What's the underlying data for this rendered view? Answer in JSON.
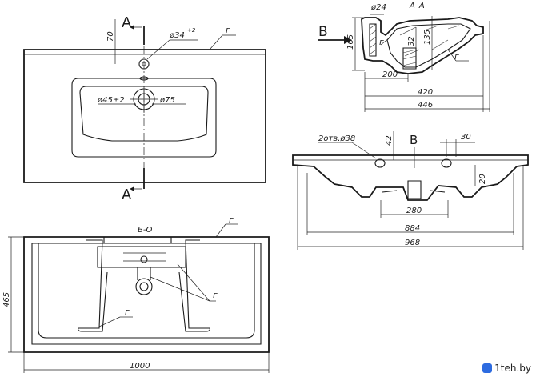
{
  "top_view": {
    "section_letter_top": "A",
    "section_letter_bottom": "A",
    "dim_70": "70",
    "dim_hole": "ø34",
    "dim_hole_tol": "+2",
    "dim_45": "ø45±2",
    "dim_75": "ø75",
    "callout_g": "г"
  },
  "section_view": {
    "view_letter": "B",
    "title": "A–A",
    "dim_24": "ø24",
    "dim_165": "165",
    "dim_32": "32",
    "dim_135": "135",
    "dim_200": "200",
    "dim_420": "420",
    "dim_446": "446",
    "callout_g1": "г",
    "callout_g2": "г"
  },
  "front_view": {
    "holes_label": "2отв.ø38",
    "dim_42": "42",
    "view_letter": "B",
    "dim_30": "30",
    "dim_20": "20",
    "dim_280": "280",
    "dim_884": "884",
    "dim_968": "968"
  },
  "bottom_view": {
    "view_label": "Б-О",
    "callout_g_top": "г",
    "callout_g_mid": "г",
    "callout_g_low": "г",
    "dim_465": "465",
    "dim_1000": "1000"
  },
  "watermark": {
    "text": "1teh.by"
  }
}
